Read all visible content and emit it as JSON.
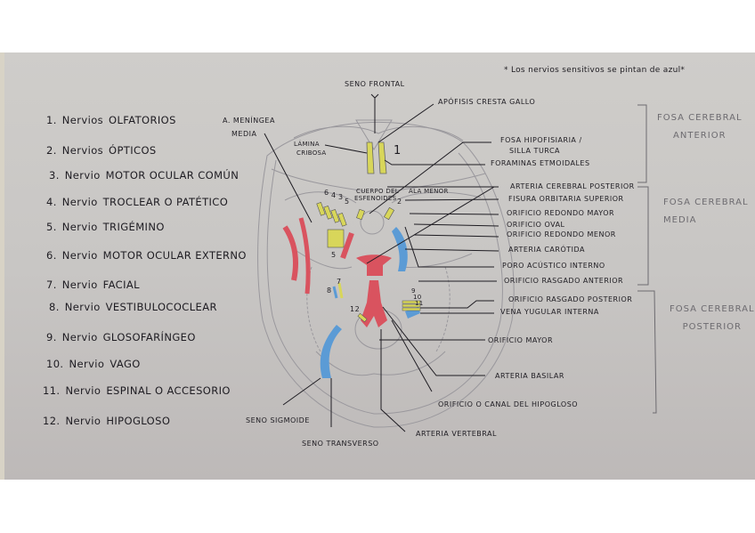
{
  "title_note": "* Los nervios sensitivos se pintan de azul*",
  "nerve_list": [
    {
      "num": "1.",
      "word": "Nervios",
      "name": "OLFATORIOS"
    },
    {
      "num": "2.",
      "word": "Nervios",
      "name": "ÓPTICOS"
    },
    {
      "num": "3.",
      "word": "Nervio",
      "name": "MOTOR OCULAR COMÚN"
    },
    {
      "num": "4.",
      "word": "Nervio",
      "name": "TROCLEAR o PATÉTICO"
    },
    {
      "num": "5.",
      "word": "Nervio",
      "name": "TRIGÉMINO"
    },
    {
      "num": "6.",
      "word": "Nervio",
      "name": "MOTOR OCULAR EXTERNO"
    },
    {
      "num": "7.",
      "word": "Nervio",
      "name": "FACIAL"
    },
    {
      "num": "8.",
      "word": "Nervio",
      "name": "VESTIBULOCOCLEAR"
    },
    {
      "num": "9.",
      "word": "Nervio",
      "name": "GLOSOFARÍNGEO"
    },
    {
      "num": "10.",
      "word": "Nervio",
      "name": "VAGO"
    },
    {
      "num": "11.",
      "word": "Nervio",
      "name": "ESPINAL o ACCESORIO"
    },
    {
      "num": "12.",
      "word": "Nervio",
      "name": "HIPOGLOSO"
    }
  ],
  "labels": {
    "seno_frontal": "SENO FRONTAL",
    "apofisis": "APÓFISIS CRESTA GALLO",
    "meningea_1": "A. MENÍNGEA",
    "meningea_2": "MEDIA",
    "lamina_1": "LÁMINA",
    "lamina_2": "CRIBOSA",
    "cuerpo_1": "CUERPO DEL",
    "cuerpo_2": "ESFENOIDES",
    "ala_menor": "ALA MENOR",
    "fosa_hipo_1": "FOSA HIPOFISIARIA /",
    "fosa_hipo_2": "SILLA TURCA",
    "foraminas": "FORAMINAS ETMOIDALES",
    "art_cer_post": "ARTERIA CEREBRAL POSTERIOR",
    "fisura": "FISURA ORBITARIA SUPERIOR",
    "red_mayor": "ORIFICIO REDONDO MAYOR",
    "oval": "ORIFICIO OVAL",
    "red_menor": "ORIFICIO REDONDO MENOR",
    "carotida": "ARTERIA CARÓTIDA",
    "poro": "PORO ACÚSTICO INTERNO",
    "rasg_ant": "ORIFICIO RASGADO ANTERIOR",
    "rasg_post": "ORIFICIO RASGADO POSTERIOR",
    "yugular": "VENA YUGULAR INTERNA",
    "mayor": "ORIFICIO MAYOR",
    "basilar": "ARTERIA BASILAR",
    "hipogloso_canal": "ORIFICIO O CANAL DEL HIPOGLOSO",
    "vertebral": "ARTERIA VERTEBRAL",
    "sigmoide": "SENO SIGMOIDE",
    "transverso": "SENO TRANSVERSO"
  },
  "fossae": {
    "anterior": [
      "FOSA CEREBRAL",
      "ANTERIOR"
    ],
    "media": [
      "FOSA CEREBRAL",
      "MEDIA"
    ],
    "posterior": [
      "FOSA CEREBRAL",
      "POSTERIOR"
    ]
  },
  "numbers": {
    "n1": "1",
    "n2": "2",
    "n6": "6",
    "n4": "4",
    "n3": "3",
    "n5a": "5",
    "n5b": "5",
    "n8": "8",
    "n7": "7",
    "n9": "9",
    "n10": "10",
    "n11": "11",
    "n12": "12"
  },
  "colors": {
    "paper": "#c9c7c5",
    "ink": "#1e1c22",
    "pencil": "#8f8d92",
    "artery_red": "#d9535f",
    "nerve_yellow": "#d8d65a",
    "sensory_blue": "#5b9bd5"
  }
}
